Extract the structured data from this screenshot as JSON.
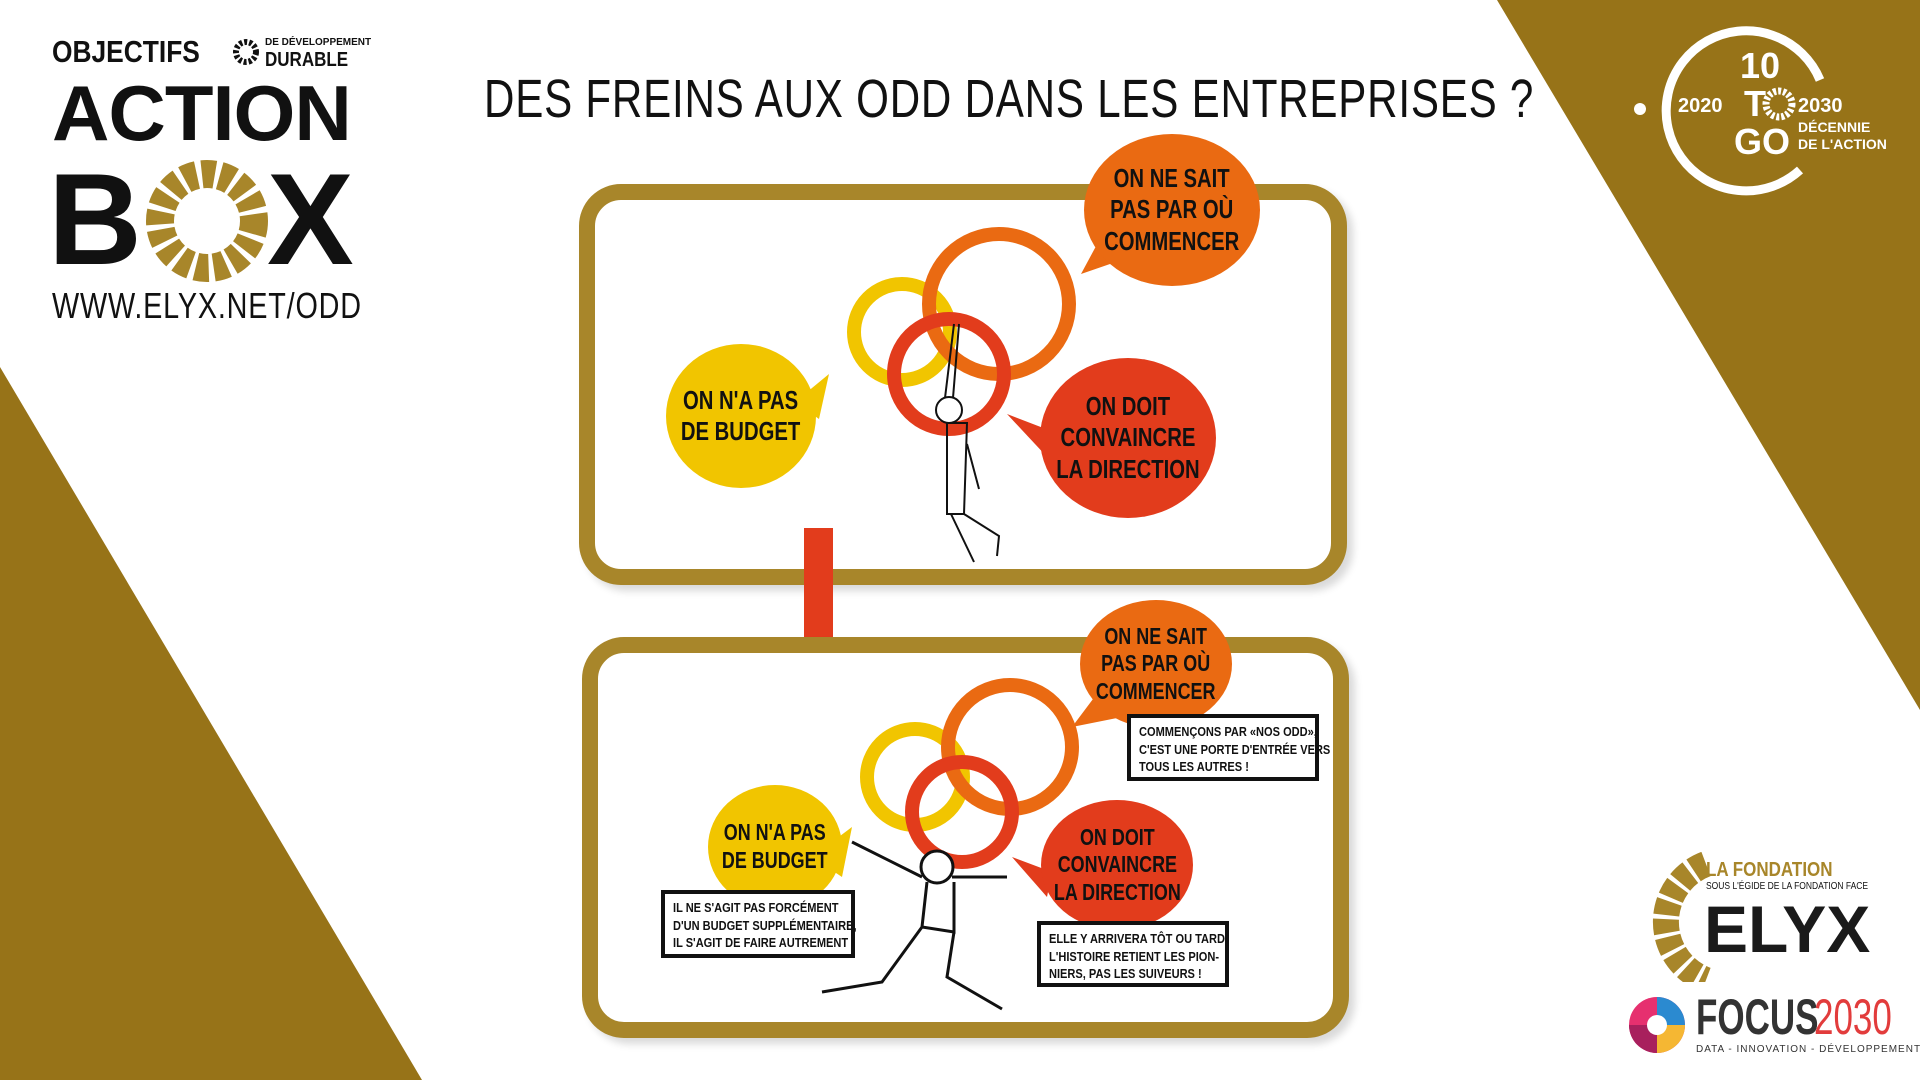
{
  "colors": {
    "gold": "#a8862a",
    "bg_gold": "#977318",
    "orange": "#ea6a12",
    "yellow": "#f1c500",
    "red": "#e23c1c"
  },
  "title": "DES  FREINS AUX ODD DANS LES ENTREPRISES ?",
  "logo_left": {
    "line1": "OBJECTIFS",
    "sub1": "DE DÉVELOPPEMENT",
    "sub2": "DURABLE",
    "action": "ACTION",
    "box_b": "B",
    "box_x": "X",
    "url": "WWW.ELYX.NET/ODD"
  },
  "logo_right": {
    "ten": "10",
    "to": "T",
    "go": "GO",
    "y1": "2020",
    "y2": "2030",
    "decade": "DÉCENNIE",
    "of_action": "DE L'ACTION"
  },
  "top_panel": {
    "orange": "ON NE SAIT\nPAS PAR OÙ\nCOMMENCER",
    "yellow": "ON N'A PAS\nDE BUDGET",
    "red": "ON DOIT\nCONVAINCRE\nLA DIRECTION"
  },
  "bottom_panel": {
    "orange": "ON NE SAIT\nPAS PAR OÙ\nCOMMENCER",
    "yellow": "ON N'A PAS\nDE BUDGET",
    "red": "ON DOIT\nCONVAINCRE\nLA DIRECTION",
    "note_orange": "COMMENÇONS PAR «NOS ODD»,\nC'EST UNE PORTE D'ENTRÉE VERS\nTOUS LES AUTRES !",
    "note_yellow": "IL NE S'AGIT PAS FORCÉMENT\nD'UN BUDGET SUPPLÉMENTAIRE,\nIL S'AGIT DE FAIRE AUTREMENT !",
    "note_red": "ELLE Y ARRIVERA TÔT OU TARD.\nL'HISTOIRE RETIENT LES PION-\nNIERS, PAS LES SUIVEURS !"
  },
  "elyx": {
    "la_fondation": "LA FONDATION",
    "sous": "SOUS L'ÉGIDE DE LA FONDATION FACE",
    "name": "ELYX"
  },
  "focus": {
    "name": "FOCUS",
    "year": "2030",
    "tagline": "DATA - INNOVATION - DÉVELOPPEMENT"
  }
}
